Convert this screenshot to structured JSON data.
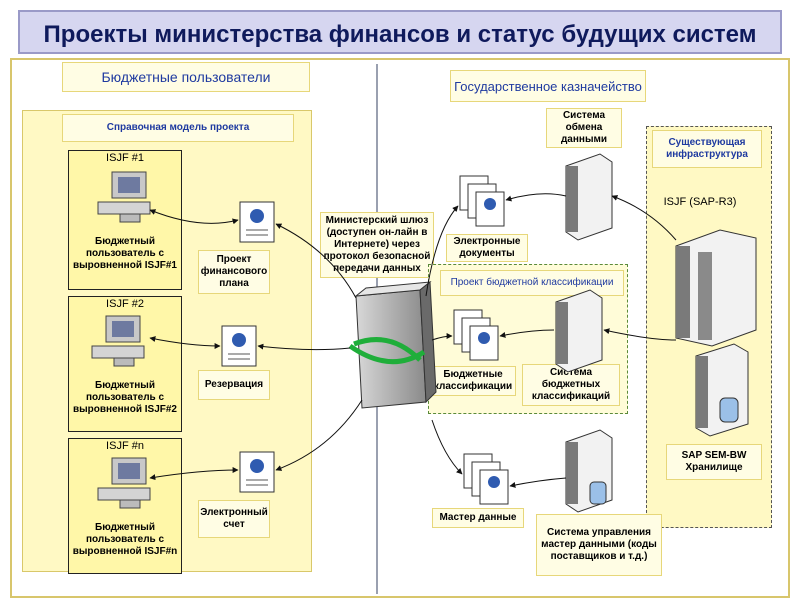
{
  "title": "Проекты министерства финансов и статус будущих систем",
  "left": {
    "budget_users": "Бюджетные пользователи",
    "reference_model": "Справочная модель проекта",
    "users": [
      {
        "id": "ISJF #1",
        "label": "Бюджетный пользователь с выровненной ISJF#1"
      },
      {
        "id": "ISJF #2",
        "label": "Бюджетный пользователь с выровненной ISJF#2"
      },
      {
        "id": "ISJF #n",
        "label": "Бюджетный пользователь с выровненной ISJF#n"
      }
    ],
    "docs": [
      "Проект финансового плана",
      "Резервация",
      "Электронный счет"
    ]
  },
  "center": {
    "gateway": "Министерский шлюз (доступен он-лайн в Интернете) через протокол безопасной передачи данных"
  },
  "right": {
    "treasury": "Государственное казначейство",
    "exchange_system": "Система обмена данными",
    "electronic_docs": "Электронные документы",
    "budget_class_project": "Проект бюджетной классификации",
    "budget_classifications": "Бюджетные классификации",
    "budget_class_system": "Система бюджетных классификаций",
    "master_data": "Мастер данные",
    "master_data_system": "Система управления мастер данными (коды поставщиков и т.д.)",
    "existing_infra": "Существующая инфраструктура",
    "isjf_sap": "ISJF (SAP-R3)",
    "sap_sem": "SAP SEM-BW Хранилище"
  }
}
